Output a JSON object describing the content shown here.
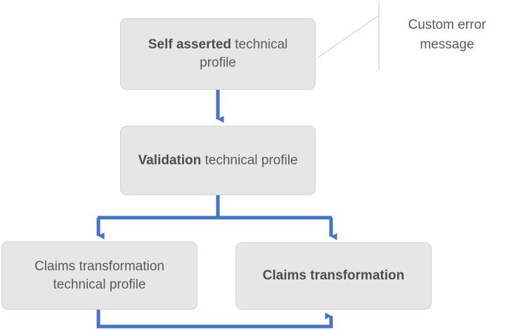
{
  "diagram": {
    "type": "flowchart",
    "background_color": "#ffffff",
    "node_fill_color": "#e7e6e6",
    "node_border_color": "#d3d2d2",
    "node_text_color": "#595959",
    "connector_color": "#4472c4",
    "callout_line_color": "#bfbfbf",
    "nodes": [
      {
        "id": "self-asserted",
        "bold_prefix": "Self asserted",
        "rest": " technical profile",
        "full_text": "Self asserted technical profile"
      },
      {
        "id": "validation",
        "bold_prefix": "Validation",
        "rest": " technical profile",
        "full_text": "Validation technical profile"
      },
      {
        "id": "claims-transformation-technical-profile",
        "bold_prefix": "",
        "rest": "Claims transformation technical profile",
        "full_text": "Claims transformation technical profile"
      },
      {
        "id": "claims-transformation",
        "bold_prefix": "Claims transformation",
        "rest": "",
        "full_text": "Claims transformation"
      }
    ],
    "callout": {
      "text": "Custom error message"
    }
  }
}
